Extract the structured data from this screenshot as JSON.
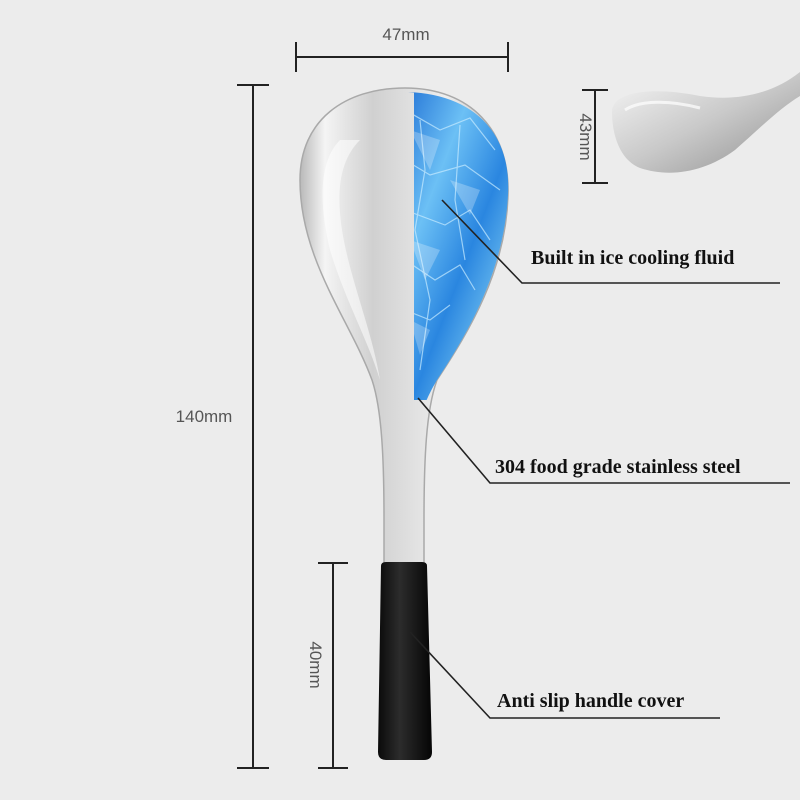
{
  "dimensions": {
    "width": "47mm",
    "length": "140mm",
    "head_depth": "43mm",
    "handle_length": "40mm"
  },
  "callouts": {
    "cooling_fluid": "Built in ice cooling fluid",
    "steel": "304 food grade stainless steel",
    "handle_cover": "Anti slip handle cover"
  },
  "colors": {
    "background": "#ececec",
    "steel": "#d8d8d8",
    "ice": "#3a8fe0",
    "handle": "#111111",
    "dimension_line": "#222222"
  }
}
